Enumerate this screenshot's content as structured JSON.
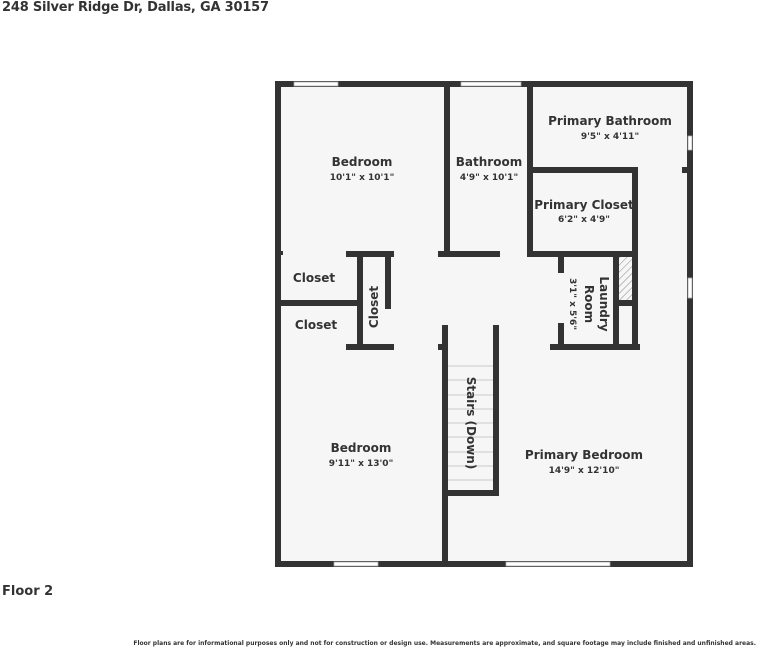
{
  "header": {
    "address": "248 Silver Ridge Dr, Dallas, GA 30157"
  },
  "floor": {
    "label": "Floor 2"
  },
  "footer": {
    "disclaimer": "Floor plans are for informational purposes only and not for construction or design use. Measurements are approximate, and square footage may include finished and unfinished areas."
  },
  "colors": {
    "wall": "#333333",
    "floor": "#f6f6f6",
    "background": "#ffffff"
  },
  "rooms": [
    {
      "name": "Bedroom",
      "dims": "10'1\" x 10'1\""
    },
    {
      "name": "Bathroom",
      "dims": "4'9\" x 10'1\""
    },
    {
      "name": "Primary Bathroom",
      "dims": "9'5\" x 4'11\""
    },
    {
      "name": "Primary Closet",
      "dims": "6'2\" x 4'9\""
    },
    {
      "name": "Closet",
      "dims": ""
    },
    {
      "name": "Closet",
      "dims": ""
    },
    {
      "name": "Closet",
      "dims": ""
    },
    {
      "name": "Laundry",
      "name2": "Room",
      "dims": "3'1\" x 5'6\""
    },
    {
      "name": "Stairs (Down)",
      "dims": ""
    },
    {
      "name": "Bedroom",
      "dims": "9'11\" x 13'0\""
    },
    {
      "name": "Primary Bedroom",
      "dims": "14'9\" x 12'10\""
    }
  ]
}
